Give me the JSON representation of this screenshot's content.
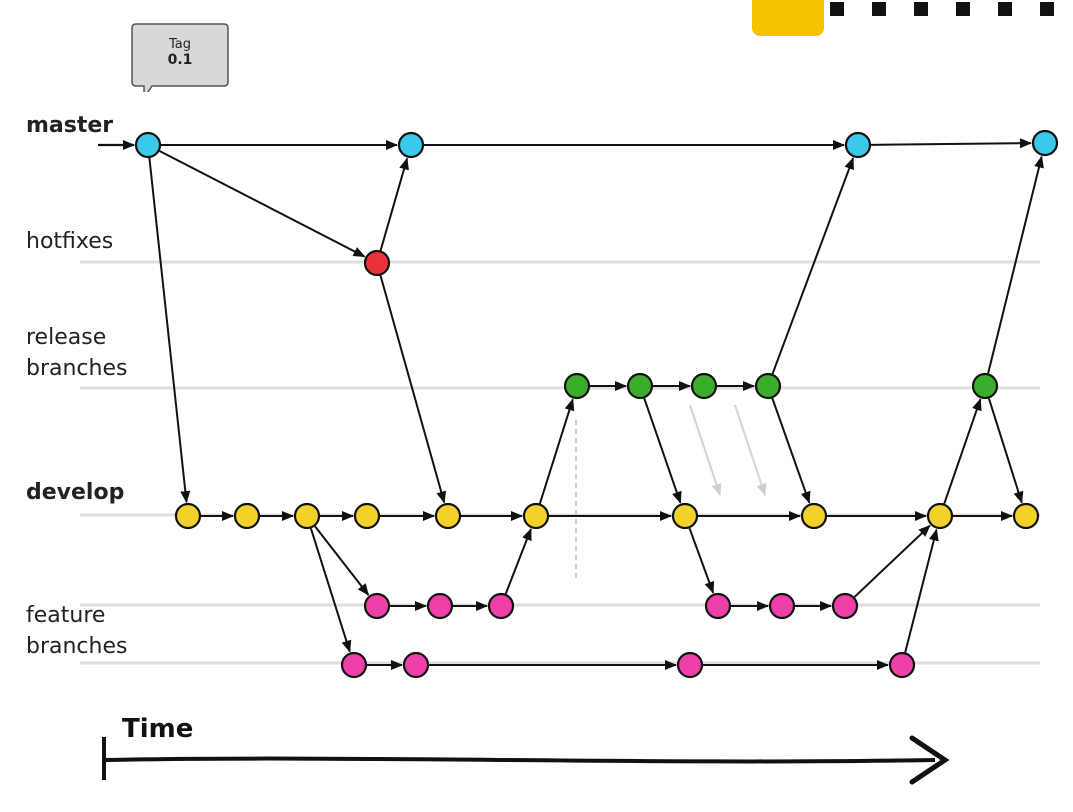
{
  "lanes": {
    "master": "master",
    "hotfixes": "hotfixes",
    "release": "release\nbranches",
    "develop": "develop",
    "feature": "feature\nbranches"
  },
  "tag": {
    "line1": "Tag",
    "line2": "0.1"
  },
  "time_label": "Time",
  "colors": {
    "master": "#3cc8ea",
    "hotfix": "#e8323c",
    "release": "#3aad2a",
    "develop": "#f2d22a",
    "feature": "#ef3fa8",
    "badge": "#f5c400"
  }
}
